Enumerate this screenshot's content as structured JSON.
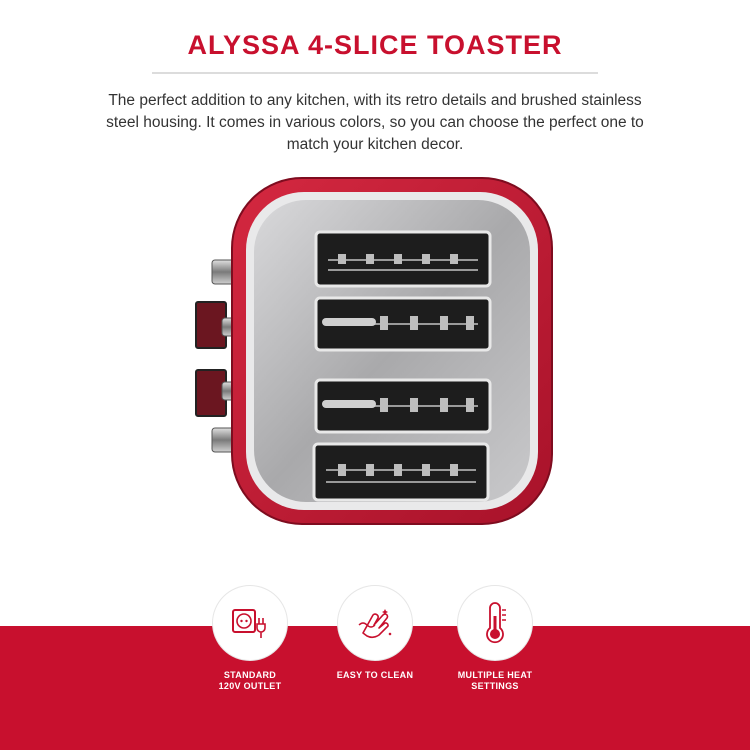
{
  "header": {
    "title": "ALYSSA 4-SLICE TOASTER",
    "description": "The perfect addition to any kitchen, with its retro details and brushed stainless steel housing. It comes in various colors, so you can choose the perfect one to match your kitchen decor."
  },
  "features": [
    {
      "label": "STANDARD\n120V OUTLET",
      "icon": "power-outlet-icon"
    },
    {
      "label": "EASY TO CLEAN",
      "icon": "hand-wipe-icon"
    },
    {
      "label": "MULTIPLE HEAT\nSETTINGS",
      "icon": "thermometer-icon"
    }
  ],
  "colors": {
    "accent": "#c8102e",
    "toaster_body": "#c41e3a",
    "steel": "#b9b9bb"
  }
}
